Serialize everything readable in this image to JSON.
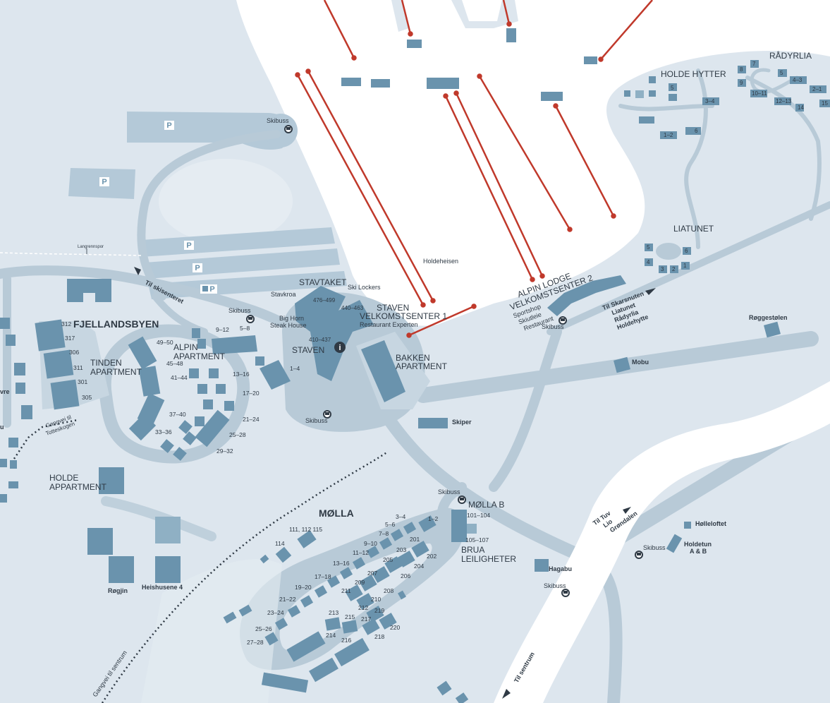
{
  "colors": {
    "terrain": "#dde6ee",
    "snow": "#ffffff",
    "road": "#b8cad7",
    "building": "#6a93ad",
    "parking": "#b4c9d8",
    "lift": "#c0392b",
    "text": "#2f3a45"
  },
  "areas": {
    "fjellandsbyen": "FJELLANDSBYEN",
    "tinden": "TINDEN",
    "tinden_apartment": "APARTMENT",
    "alpin": "ALPIN",
    "alpin_apartment": "APARTMENT",
    "holde": "HOLDE",
    "holde_appartment": "APPARTMENT",
    "stavtaket": "STAVTAKET",
    "staven": "STAVEN",
    "staven_vs1": "STAVEN",
    "velkomstsenter1": "VELKOMSTSENTER 1",
    "restaurant_experten": "Restaurant Experten",
    "bakken": "BAKKEN",
    "bakken_apartment": "APARTMENT",
    "alpin_lodge": "ALPIN LODGE",
    "velkomstsenter2": "VELKOMSTSENTER 2",
    "sportshop": "Sportshop",
    "skiutleie": "Skiutleie",
    "restaurant": "Restaurant",
    "holde_hytter": "HOLDE HYTTER",
    "radyrlia": "RÅDYRLIA",
    "liatunet": "LIATUNET",
    "molla": "MØLLA",
    "molla_b": "MØLLA B",
    "brua": "BRUA",
    "brua_leiligheter": "LEILIGHETER"
  },
  "places": {
    "ski_lockers": "Ski Lockers",
    "stavkroa": "Stavkroa",
    "big_horn": "Big Horn",
    "steak_house": "Steak House",
    "holdeheisen": "Holdeheisen",
    "langrennspor": "Langrennspor",
    "skiper": "Skiper",
    "mobu": "Mobu",
    "roggestolen": "Røggestølen",
    "holleloftet": "Hølleloftet",
    "holdetun": "Holdetun",
    "holdetun_ab": "A & B",
    "hagabu": "Hagabu",
    "rogjin": "Røgjin",
    "heishusene": "Heishusene 4",
    "ovre": "vre",
    "u": "u"
  },
  "roads": {
    "til_skisenteret": "Til skisenteret",
    "gangvei_tottaskogen_1": "Gangvei til",
    "gangvei_tottaskogen_2": "Totteskogen",
    "gangvei_sentrum": "Gangvei til sentrum",
    "til_sentrum": "Til sentrum",
    "skarsnuten_1": "Til Skarsnuten",
    "skarsnuten_2": "Liatunet",
    "skarsnuten_3": "Rådyrlia",
    "skarsnuten_4": "Holdehytte",
    "tuv_1": "Til Tuv",
    "tuv_2": "Lio",
    "tuv_3": "Grøndalen"
  },
  "parking_label": "P",
  "info_label": "i",
  "skibuss_label": "Skibuss",
  "units": {
    "u312": "312",
    "u317": "317",
    "u306": "306",
    "u311": "311",
    "u301": "301",
    "u305": "305",
    "u49_50": "49–50",
    "u45_48": "45–48",
    "u41_44": "41–44",
    "u37_40": "37–40",
    "u33_36": "33–36",
    "u9_12": "9–12",
    "u5_8": "5–8",
    "u13_16a": "13–16",
    "u17_20a": "17–20",
    "u21_24a": "21–24",
    "u25_28a": "25–28",
    "u29_32": "29–32",
    "u1_4a": "1–4",
    "u476_499": "476–499",
    "u440_463": "440–463",
    "u410_437": "410–437",
    "h5a": "5",
    "h3_4": "3–4",
    "h1_2": "1–2",
    "h6a": "6",
    "r7": "7",
    "r8": "8",
    "r9": "9",
    "r5": "5",
    "r4_3": "4–3",
    "r10_11": "10–11",
    "r12_13": "12–13",
    "r14": "14",
    "r2_1": "2–1",
    "r15": "15",
    "l5": "5",
    "l6": "6",
    "l4": "4",
    "l3": "3",
    "l2": "2",
    "l1": "1",
    "m111_115": "111, 112  115",
    "m114": "114",
    "m3_4": "3–4",
    "m5_6": "5–6",
    "m7_8": "7–8",
    "m9_10": "9–10",
    "m11_12": "11–12",
    "m13_16": "13–16",
    "m17_18": "17–18",
    "m19_20": "19–20",
    "m21_22": "21–22",
    "m23_24": "23–24",
    "m25_26": "25–26",
    "m27_28": "27–28",
    "m1_2": "1–2",
    "m201": "201",
    "m202": "202",
    "m203": "203",
    "m204": "204",
    "m205": "205",
    "m206": "206",
    "m207": "207",
    "m208": "208",
    "m209": "209",
    "m210": "210",
    "m211": "211",
    "m212": "212",
    "m213": "213",
    "m214": "214",
    "m215": "215",
    "m216": "216",
    "m217": "217",
    "m218": "218",
    "m219": "219",
    "m220": "220",
    "mb101_104": "101–104",
    "mb105_107": "105–107"
  }
}
